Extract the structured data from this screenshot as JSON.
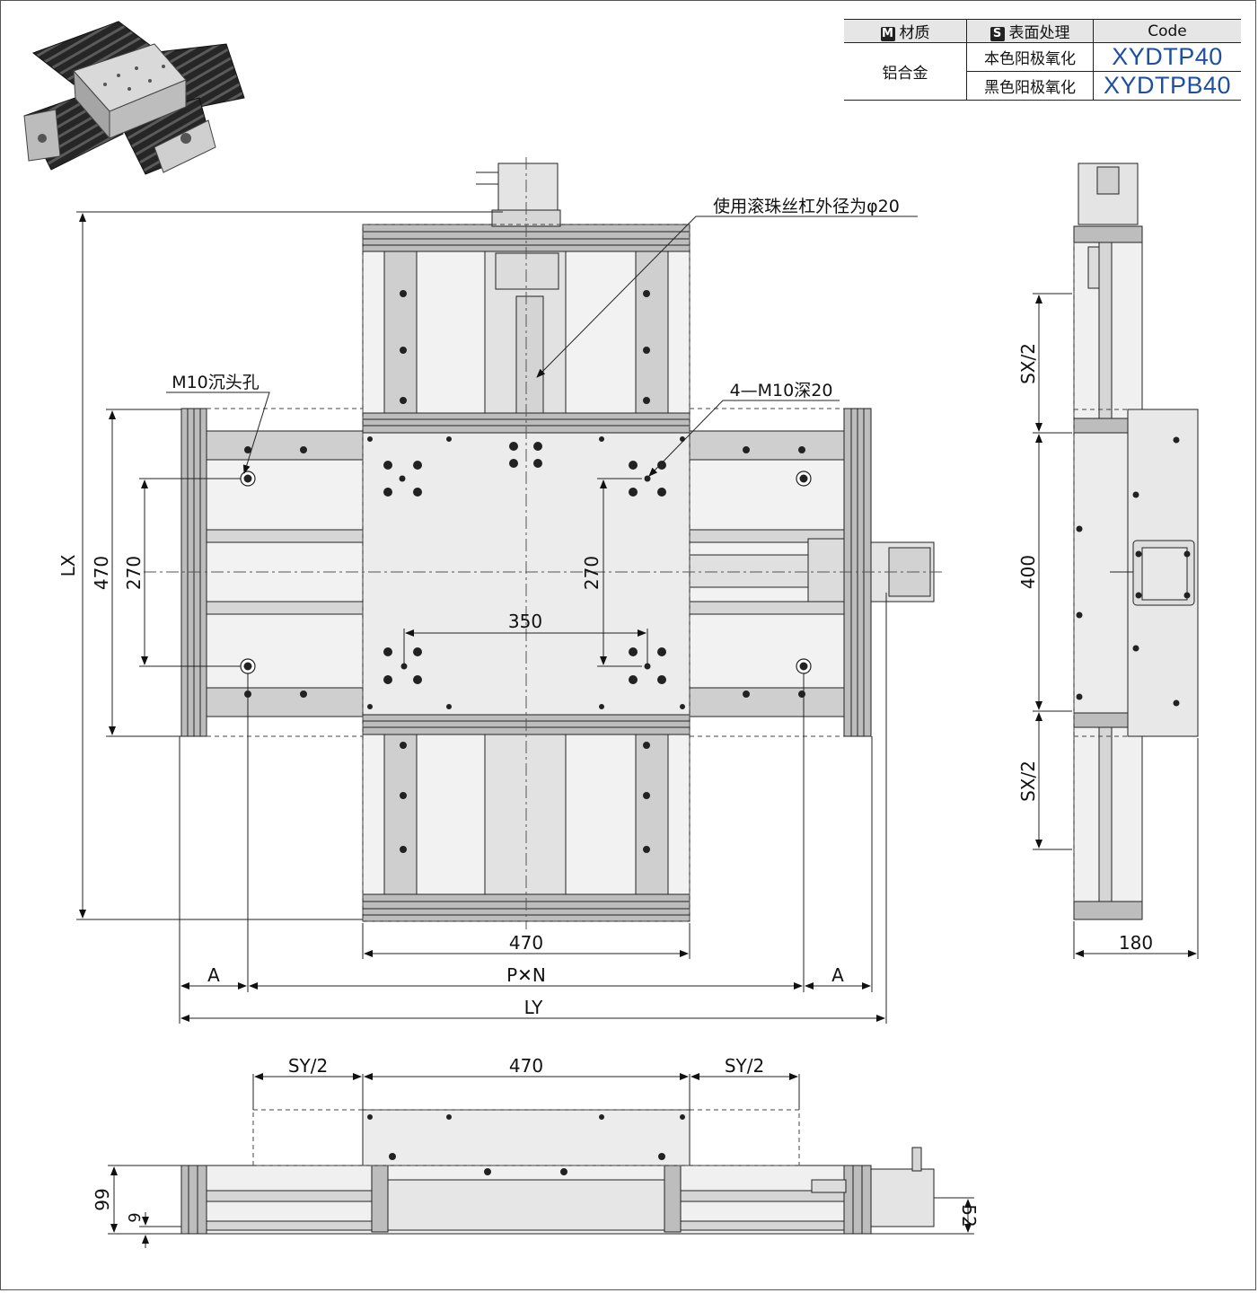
{
  "spec_table": {
    "header": {
      "material_badge": "M",
      "material": "材质",
      "surface_badge": "S",
      "surface": "表面处理",
      "code": "Code"
    },
    "material_value": "铝合金",
    "rows": [
      {
        "treatment": "本色阳极氧化",
        "code": "XYDTP40"
      },
      {
        "treatment": "黑色阳极氧化",
        "code": "XYDTPB40"
      }
    ]
  },
  "callouts": {
    "ball_screw": "使用滚珠丝杠外径为φ20",
    "counterbore": "M10沉头孔",
    "tapped_holes": "4—M10深20"
  },
  "dimensions": {
    "lx": "LX",
    "ly": "LY",
    "h470": "470",
    "h270_left": "270",
    "h270_center": "270",
    "w350": "350",
    "w470_bottom": "470",
    "a_left": "A",
    "pxn": "P✕N",
    "a_right": "A",
    "sx2_top": "SX/2",
    "h400": "400",
    "sx2_bottom": "SX/2",
    "w180": "180",
    "sy2_left": "SY/2",
    "w470_side": "470",
    "sy2_right": "SY/2",
    "h99": "99",
    "h9": "9",
    "h52": "52"
  }
}
